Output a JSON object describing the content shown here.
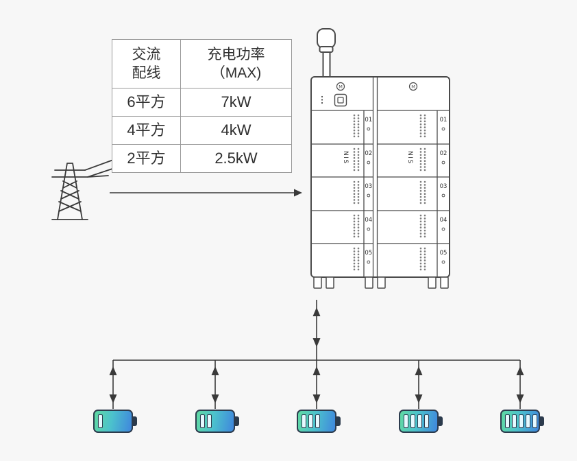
{
  "page": {
    "background": "#f7f7f7"
  },
  "table": {
    "headers": [
      "交流\n配线",
      "充电功率\n（MAX)"
    ],
    "rows": [
      {
        "wire": "6平方",
        "power": "7kW"
      },
      {
        "wire": "4平方",
        "power": "4kW"
      },
      {
        "wire": "2平方",
        "power": "2.5kW"
      }
    ]
  },
  "cabinet": {
    "logo_letter": "M",
    "side_label": "NIS",
    "slot_labels": [
      "01",
      "02",
      "03",
      "04",
      "05"
    ]
  },
  "batteries": {
    "levels": [
      1,
      2,
      3,
      4,
      5
    ]
  },
  "colors": {
    "line": "#3a3a3a",
    "cabinet_stroke": "#4a4a4a",
    "battery_green": "#60d9a2",
    "battery_blue": "#3f86dd"
  }
}
